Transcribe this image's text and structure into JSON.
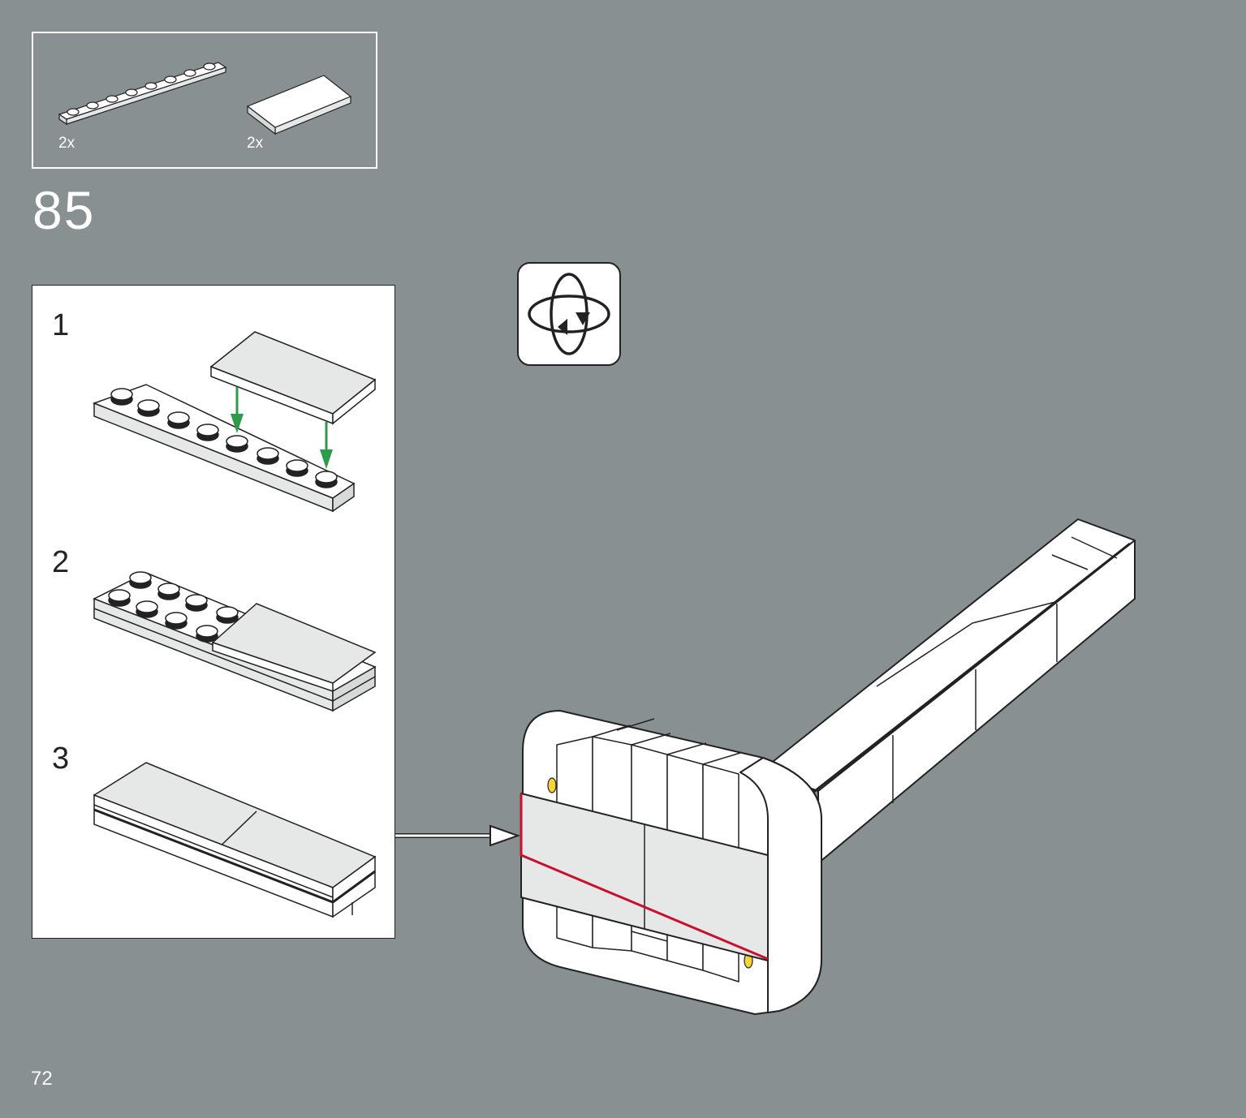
{
  "parts_list": {
    "items": [
      {
        "name": "plate-1x8-white",
        "quantity": "2x"
      },
      {
        "name": "tile-2x4-white",
        "quantity": "2x"
      }
    ]
  },
  "step": {
    "number": "85"
  },
  "sub_steps": {
    "labels": [
      "1",
      "2",
      "3"
    ]
  },
  "rotate_icon": "rotate-model-icon",
  "page": {
    "number": "72"
  },
  "colors": {
    "background": "#889092",
    "arrow_green": "#2e9a4a",
    "highlight_red": "#c8102e",
    "brick_white": "#ffffff",
    "brick_grey": "#e6e7e7"
  }
}
